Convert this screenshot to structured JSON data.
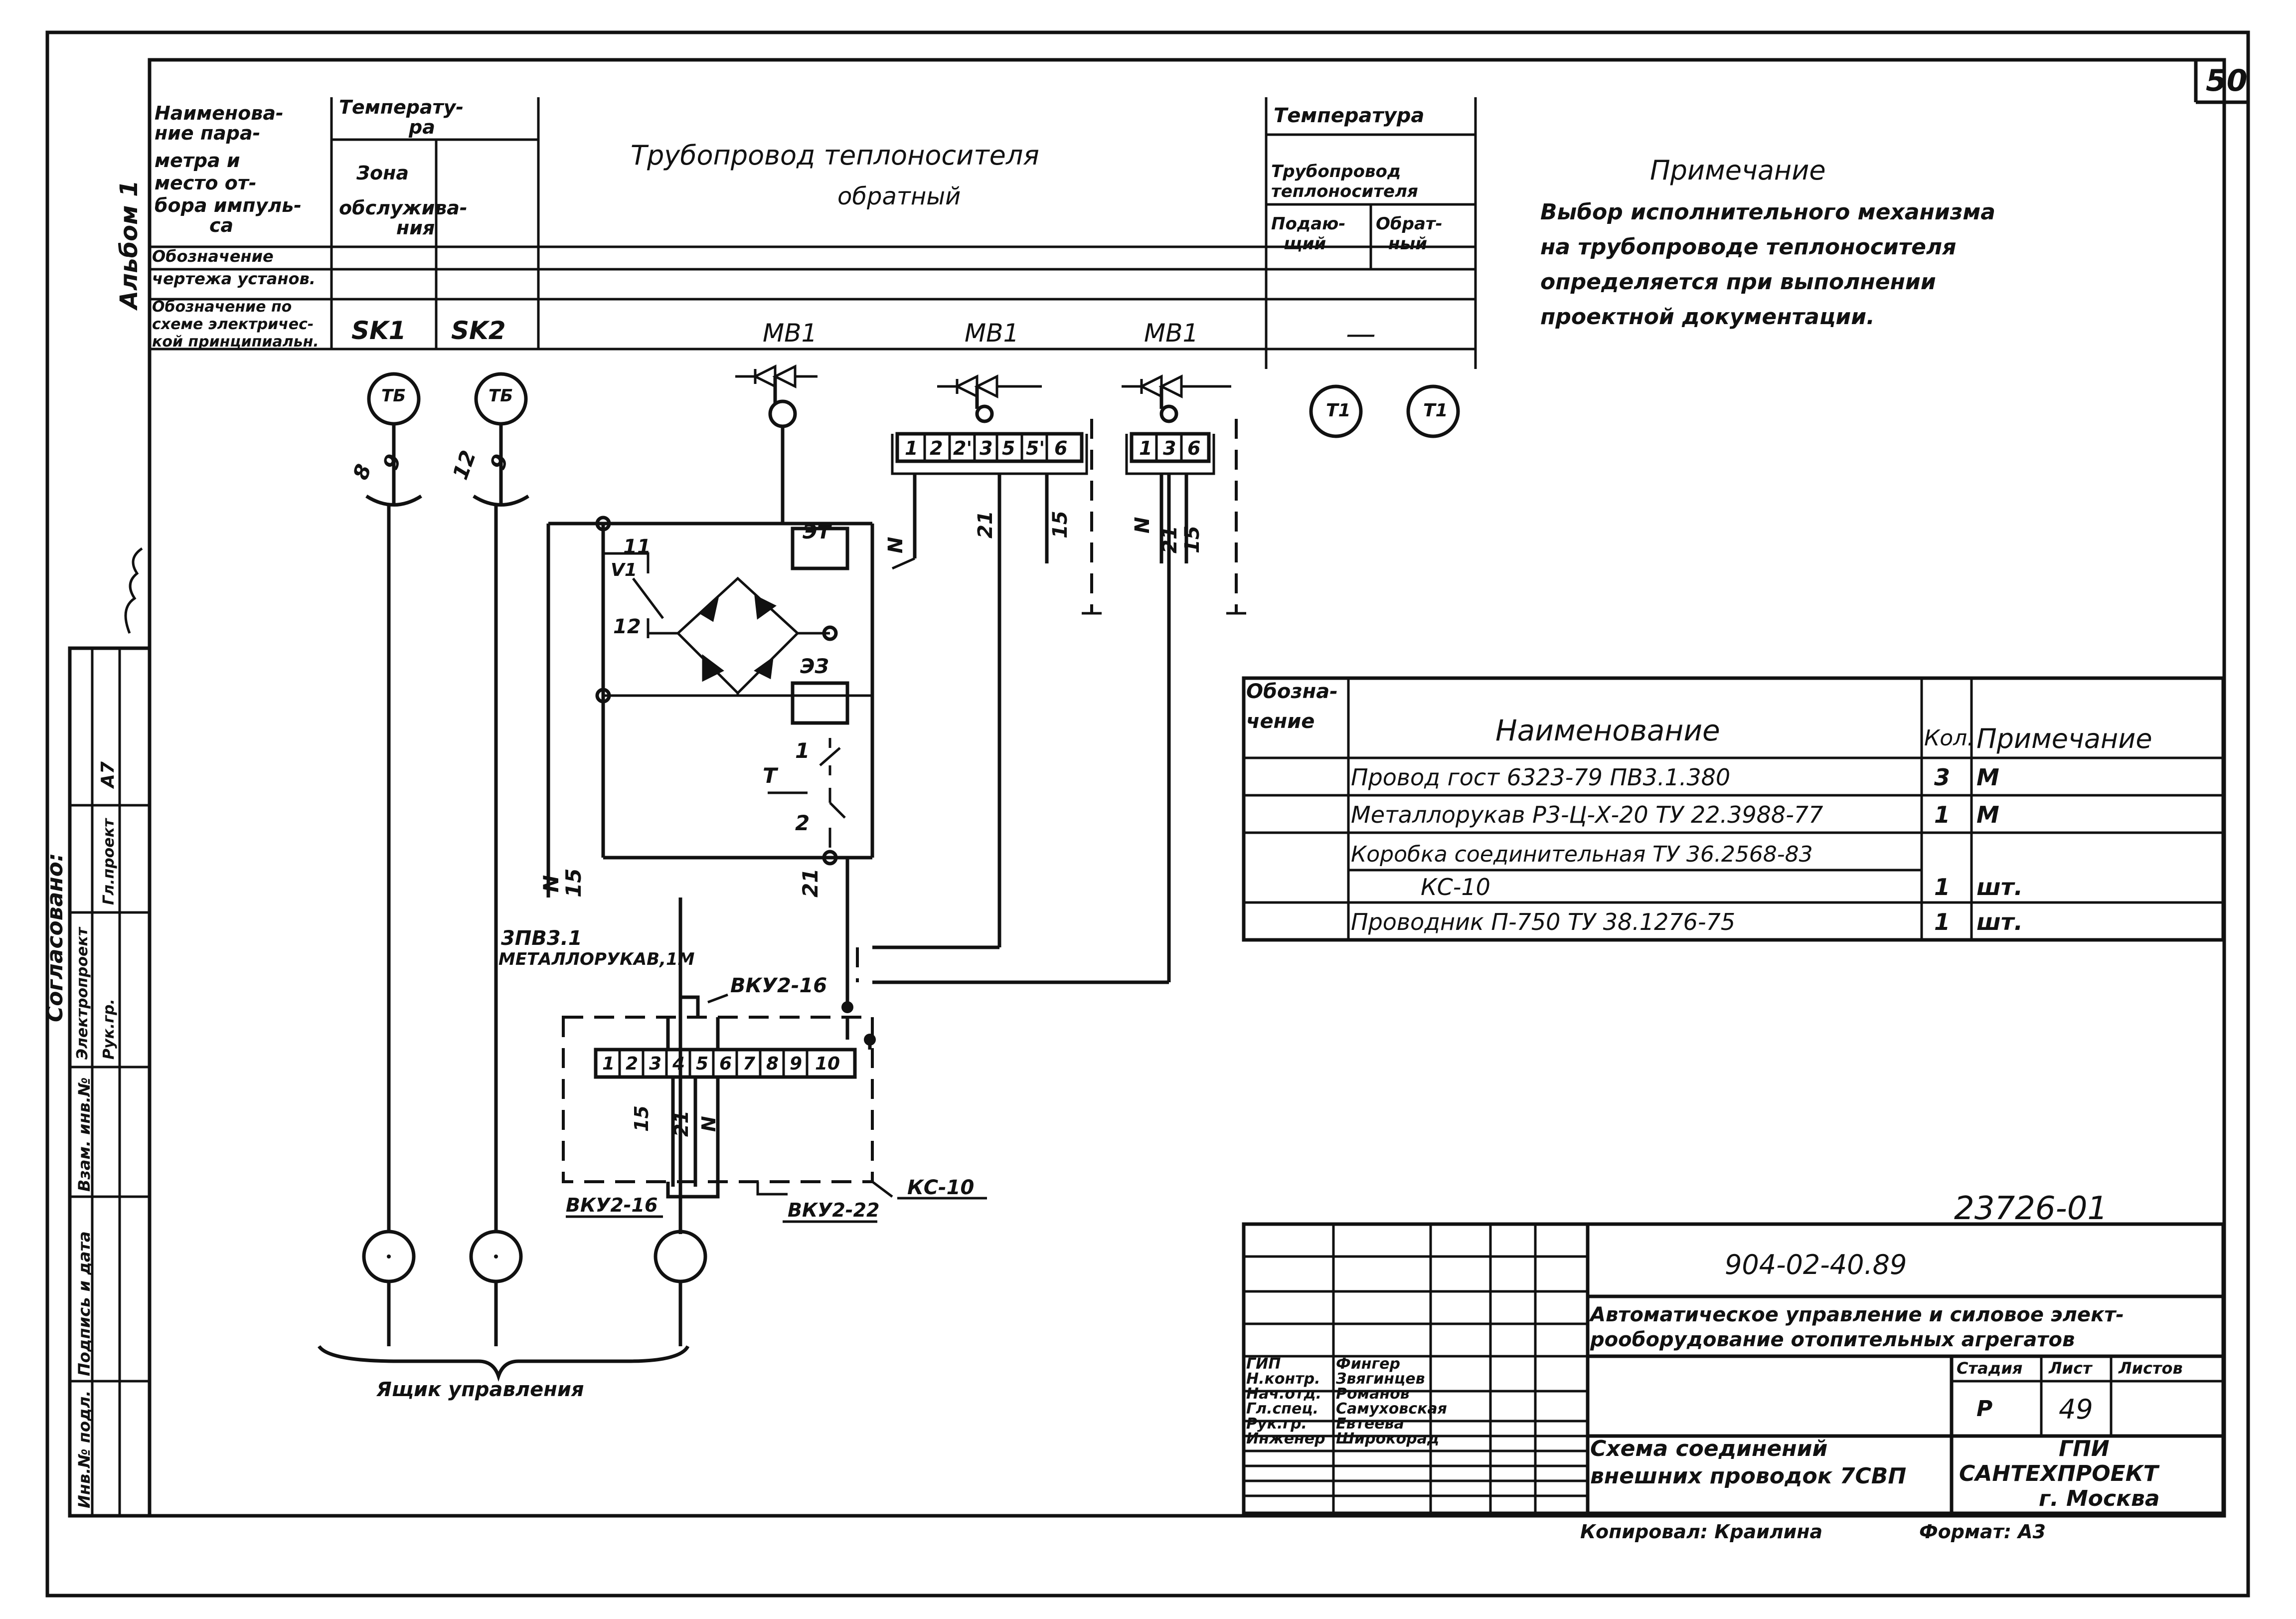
{
  "sheet_number": "50",
  "album_label": "Альбом 1",
  "top_table": {
    "row1_header": "Наименова-ние пара-метра и место от-бора импуль-са",
    "row1_header_lines": [
      "Наименова-",
      "ние пара-",
      "метра и",
      "место от-",
      "бора импуль-",
      "са"
    ],
    "temp_label_lines": [
      "Температу-",
      "ра"
    ],
    "zone_label_lines": [
      "Зона",
      "обслужива-",
      "ния"
    ],
    "pipe_title": "Трубопровод   теплоносителя",
    "pipe_subtitle": "обратный",
    "temp_right": "Температура",
    "pipe_right_lines": [
      "Трубопровод",
      "теплоносителя"
    ],
    "supply_lines": [
      "Подаю-",
      "щий"
    ],
    "return_lines": [
      "Обрат-",
      "ный"
    ],
    "row2_header_lines": [
      "Обозначение",
      "чертежа установ."
    ],
    "row3_header_lines": [
      "Обозначение по",
      "схеме электричес-",
      "кой принципиальн."
    ],
    "sk1": "SK1",
    "sk2": "SK2",
    "mv_labels": [
      "МВ1",
      "МВ1",
      "МВ1"
    ],
    "dash_value": "—"
  },
  "note": {
    "title": "Примечание",
    "lines": [
      "Выбор исполнительного механизма",
      "на трубопроводе теплоносителя",
      "определяется   при выполнении",
      "проектной документации."
    ]
  },
  "diagram": {
    "sensor_tb": "ТБ",
    "sensor_t1": "Т1",
    "wire_8": "8",
    "wire_9": "9",
    "wire_12": "12",
    "wire_9b": "9",
    "term_block1": [
      "1",
      "2",
      "2'",
      "3",
      "5",
      "5'",
      "6"
    ],
    "term_block2": [
      "1",
      "3",
      "6"
    ],
    "wire_n": "N",
    "wire_21": "21",
    "wire_15": "15",
    "c11": "11",
    "c12": "12",
    "v1": "V1",
    "coil_et": "ЭТ",
    "coil_ez": "ЭЗ",
    "c1": "1",
    "c2": "2",
    "t_label": "Т",
    "cable_label_1": "3ПВ3.1",
    "cable_label_2": "МЕТАЛЛОРУКАВ,1М",
    "vku_top": "ВКУ2-16",
    "term_block_box": [
      "1",
      "2",
      "3",
      "4",
      "5",
      "6",
      "7",
      "8",
      "9",
      "10"
    ],
    "box_wires": [
      "15",
      "21",
      "N"
    ],
    "kc_label": "КС-10",
    "vku_bottom_left": "ВКУ2-16",
    "vku_bottom_right": "ВКУ2-22",
    "yashik": "Ящик управления",
    "wire_n2": "N",
    "wire_15b": "15",
    "wire_21b": "21"
  },
  "spec_table": {
    "headers": [
      "Обозна-чение",
      "Наименование",
      "Кол.",
      "Примечание"
    ],
    "header_obozn_lines": [
      "Обозна-",
      "чение"
    ],
    "rows": [
      {
        "oboz": "",
        "name": "Провод гост 6323-79  ПВ3.1.380",
        "qty": "3",
        "note": "М"
      },
      {
        "oboz": "",
        "name": "Металлорукав Р3-Ц-Х-20 ТУ 22.3988-77",
        "qty": "1",
        "note": "М"
      },
      {
        "oboz": "",
        "name": "Коробка соединительная  ТУ 36.2568-83",
        "qty": "",
        "note": ""
      },
      {
        "oboz": "",
        "name": "КС-10",
        "qty": "1",
        "note": "шт."
      },
      {
        "oboz": "",
        "name": "Проводник П-750   ТУ 38.1276-75",
        "qty": "1",
        "note": "шт."
      }
    ]
  },
  "title_block": {
    "handwritten_no": "23726-01",
    "doc_code": "904-02-40.89",
    "title_lines": [
      "Автоматическое управление и силовое элект-",
      "рооборудование отопительных агрегатов"
    ],
    "roles": [
      "ГИП",
      "Н.контр.",
      "Нач.отд.",
      "Гл.спец.",
      "Рук.гр.",
      "Инженер"
    ],
    "names": [
      "Фингер",
      "Звягинцев",
      "Романов",
      "Самуховская",
      "Евтеева",
      "Широкорад"
    ],
    "stage_label": "Стадия",
    "sheet_label": "Лист",
    "sheets_label": "Листов",
    "stage": "Р",
    "sheet": "49",
    "scheme_lines": [
      "Схема соединений",
      "внешних проводок 7СВП"
    ],
    "org_lines": [
      "ГПИ",
      "САНТЕХПРОЕКТ",
      "г. Москва"
    ],
    "copied": "Копировал: Краилина",
    "format": "Формат: А3"
  },
  "left_stamp": {
    "agreed": "Согласовано:",
    "col_labels": [
      "Электропроект",
      "Рук.гр.",
      "Гл.проект",
      "А7"
    ],
    "rows": [
      "Инв.№ подл.",
      "Подпись и дата",
      "Взам. инв.№"
    ]
  }
}
